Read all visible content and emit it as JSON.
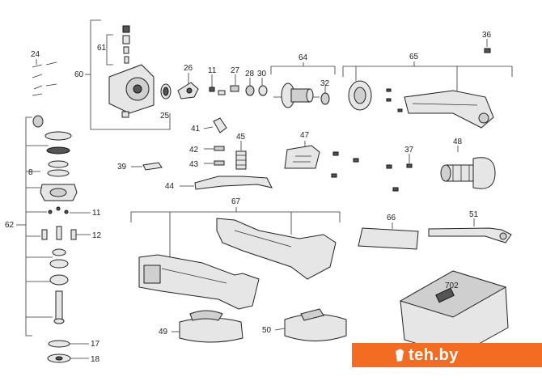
{
  "labels": {
    "l24": "24",
    "l60": "60",
    "l61": "61",
    "l25": "25",
    "l26": "26",
    "l11a": "11",
    "l27": "27",
    "l28": "28",
    "l30": "30",
    "l64": "64",
    "l32": "32",
    "l65": "65",
    "l36": "36",
    "l41": "41",
    "l42": "42",
    "l43": "43",
    "l45": "45",
    "l47": "47",
    "l37": "37",
    "l48": "48",
    "l39": "39",
    "l44": "44",
    "l8": "8",
    "l62": "62",
    "l11b": "11",
    "l12": "12",
    "l67": "67",
    "l66": "66",
    "l51": "51",
    "l702": "702",
    "l49": "49",
    "l50": "50",
    "l17": "17",
    "l18": "18"
  },
  "watermark": {
    "text": "teh.by",
    "color": "#f26c22"
  }
}
